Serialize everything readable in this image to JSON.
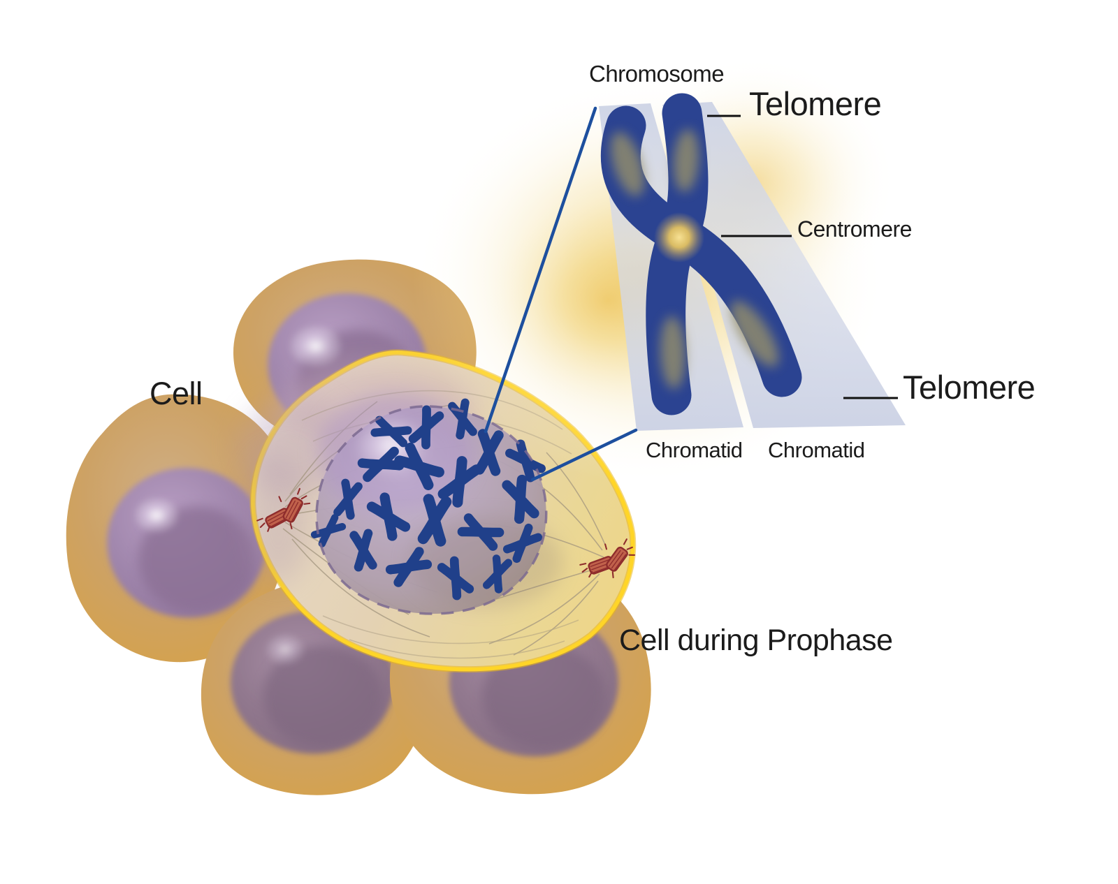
{
  "figure": {
    "title": "Cell during Prophase with chromosome telomere detail",
    "background": "#ffffff",
    "labels": {
      "cell": "Cell",
      "cell_during_prophase": "Cell during Prophase",
      "chromosome": "Chromosome",
      "telomere_top": "Telomere",
      "centromere": "Centromere",
      "telomere_bottom": "Telomere",
      "chromatid_left": "Chromatid",
      "chromatid_right": "Chromatid"
    },
    "palette": {
      "chromosome_blue": "#2b4391",
      "mini_chromosome_navy": "#20408a",
      "callout_line_blue": "#1d4f9e",
      "pointer_line_black": "#111111",
      "cell_body_orange": "#d5a24c",
      "cell_nucleus_purple": "#a288ae",
      "prophase_membrane_yellow": "#ffd528",
      "prophase_cytoplasm_beige": "#e6d4ae",
      "prophase_nucleus_mauve": "#b2a0b2",
      "centriole_red": "#8e2c2c",
      "chromatid_band_gray": "#d3d8e8",
      "glow_gold": "#eec660"
    }
  }
}
